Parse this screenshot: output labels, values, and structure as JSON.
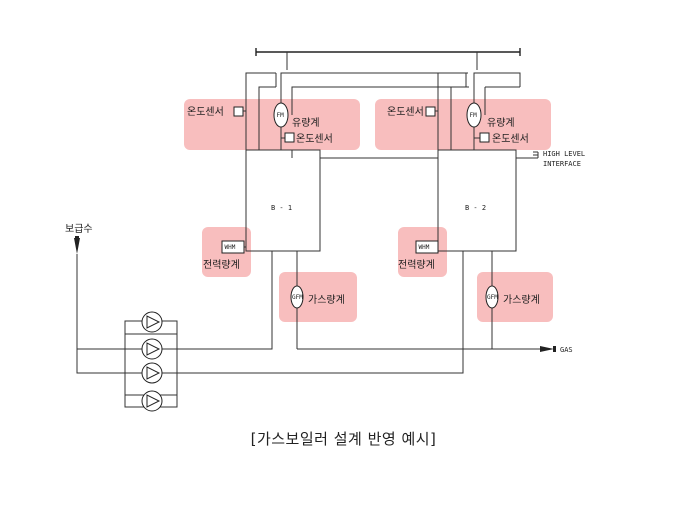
{
  "labels": {
    "temp_sensor": "온도센서",
    "flow_meter": "유량계",
    "power_meter": "전력량계",
    "gas_meter": "가스량계",
    "makeup_water": "보급수",
    "gas": "GAS",
    "high_level_interface_1": "HIGH LEVEL",
    "high_level_interface_2": "INTERFACE"
  },
  "boilers": [
    {
      "id": "B - 1"
    },
    {
      "id": "B - 2"
    }
  ],
  "symbols": {
    "fm": "FM",
    "whm": "WHM",
    "gfm": "GFM"
  },
  "caption": "[가스보일러 설계 반영 예시]",
  "colors": {
    "highlight": "#f7b3b3",
    "line": "#333333"
  }
}
